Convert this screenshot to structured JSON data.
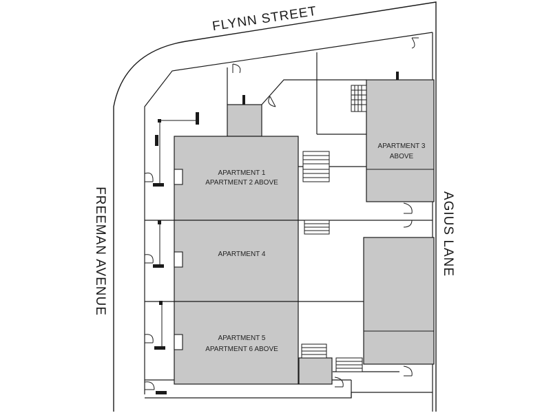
{
  "streets": {
    "north": "FLYNN STREET",
    "west": "FREEMAN AVENUE",
    "east": "AGIUS LANE"
  },
  "units": {
    "apt1": {
      "line1": "APARTMENT 1",
      "line2": "APARTMENT 2 ABOVE"
    },
    "apt3": {
      "line1": "APARTMENT 3",
      "line2": "ABOVE"
    },
    "apt4": {
      "line1": "APARTMENT 4"
    },
    "apt5": {
      "line1": "APARTMENT 5",
      "line2": "APARTMENT 6 ABOVE"
    }
  },
  "colors": {
    "building_fill": "#c8c8c8",
    "line": "#1a1a1a",
    "background": "#ffffff"
  }
}
